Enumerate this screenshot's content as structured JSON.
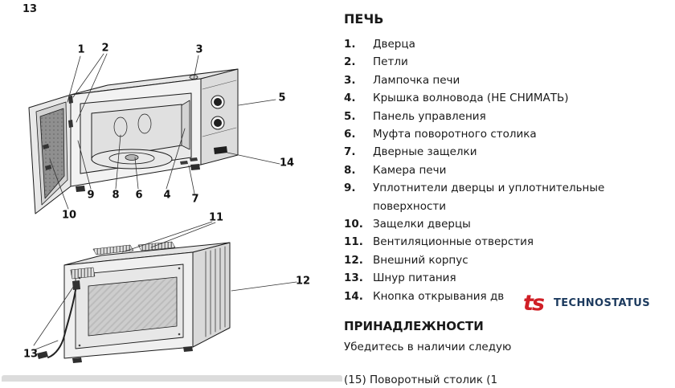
{
  "page": {
    "corner_number": "13"
  },
  "diagram": {
    "callouts": [
      "1",
      "2",
      "3",
      "4",
      "5",
      "6",
      "7",
      "8",
      "9",
      "10",
      "11",
      "12",
      "13",
      "14"
    ]
  },
  "parts": {
    "title": "ПЕЧЬ",
    "items": [
      {
        "num": "1.",
        "label": "Дверца"
      },
      {
        "num": "2.",
        "label": "Петли"
      },
      {
        "num": "3.",
        "label": "Лампочка печи"
      },
      {
        "num": "4.",
        "label": "Крышка волновода (НЕ СНИМАТЬ)"
      },
      {
        "num": "5.",
        "label": "Панель управления"
      },
      {
        "num": "6.",
        "label": "Муфта поворотного столика"
      },
      {
        "num": "7.",
        "label": "Дверные защелки"
      },
      {
        "num": "8.",
        "label": "Камера печи"
      },
      {
        "num": "9.",
        "label": "Уплотнители дверцы и уплотнительные поверхности"
      },
      {
        "num": "10.",
        "label": "Защелки дверцы"
      },
      {
        "num": "11.",
        "label": "Вентиляционные отверстия"
      },
      {
        "num": "12.",
        "label": "Внешний корпус"
      },
      {
        "num": "13.",
        "label": "Шнур питания"
      },
      {
        "num": "14.",
        "label": "Кнопка открывания дв"
      }
    ]
  },
  "accessories": {
    "title": "ПРИНАДЛЕЖНОСТИ",
    "intro": "Убедитесь в наличии следую",
    "partial_line": "(15) Поворотный столик (1"
  },
  "logo": {
    "mark": "ts",
    "text": "TECHNOSTATUS"
  }
}
